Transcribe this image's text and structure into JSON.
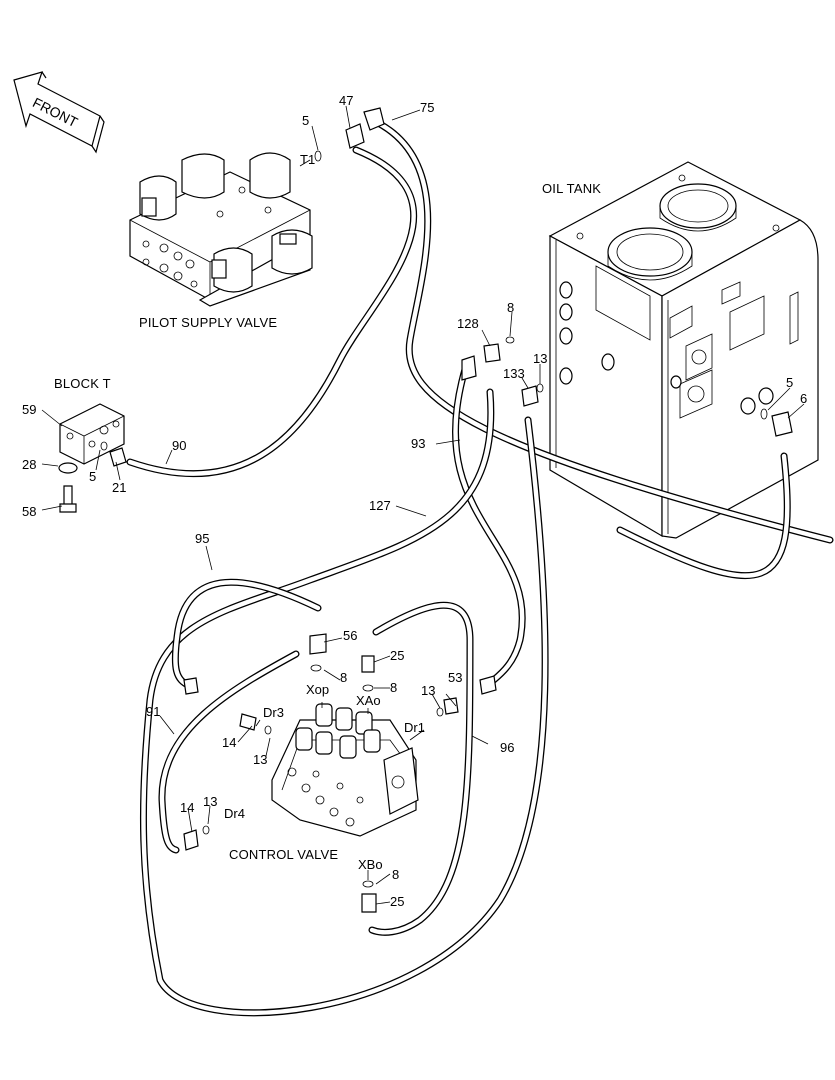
{
  "direction": {
    "label": "FRONT"
  },
  "components": {
    "oil_tank": "OIL TANK",
    "pilot_supply_valve": "PILOT SUPPLY VALVE",
    "block_t": "BLOCK  T",
    "control_valve": "CONTROL VALVE"
  },
  "port_labels": {
    "t1": "T1",
    "xop": "Xop",
    "xao": "XAo",
    "xbo": "XBo",
    "dr1": "Dr1",
    "dr3": "Dr3",
    "dr4": "Dr4"
  },
  "part_numbers": {
    "p47": "47",
    "p75": "75",
    "p5_top": "5",
    "p8_tank": "8",
    "p128": "128",
    "p13_tank": "13",
    "p133": "133",
    "p5_right": "5",
    "p6": "6",
    "p59": "59",
    "p28": "28",
    "p58": "58",
    "p5_block": "5",
    "p21": "21",
    "p90": "90",
    "p93": "93",
    "p127": "127",
    "p95": "95",
    "p56": "56",
    "p8_xop": "8",
    "p25_top": "25",
    "p8_xao": "8",
    "p13_dr1": "13",
    "p53": "53",
    "p91": "91",
    "p14_dr3": "14",
    "p13_dr3": "13",
    "p96": "96",
    "p14_dr4": "14",
    "p13_dr4": "13",
    "p8_xbo": "8",
    "p25_bot": "25"
  }
}
